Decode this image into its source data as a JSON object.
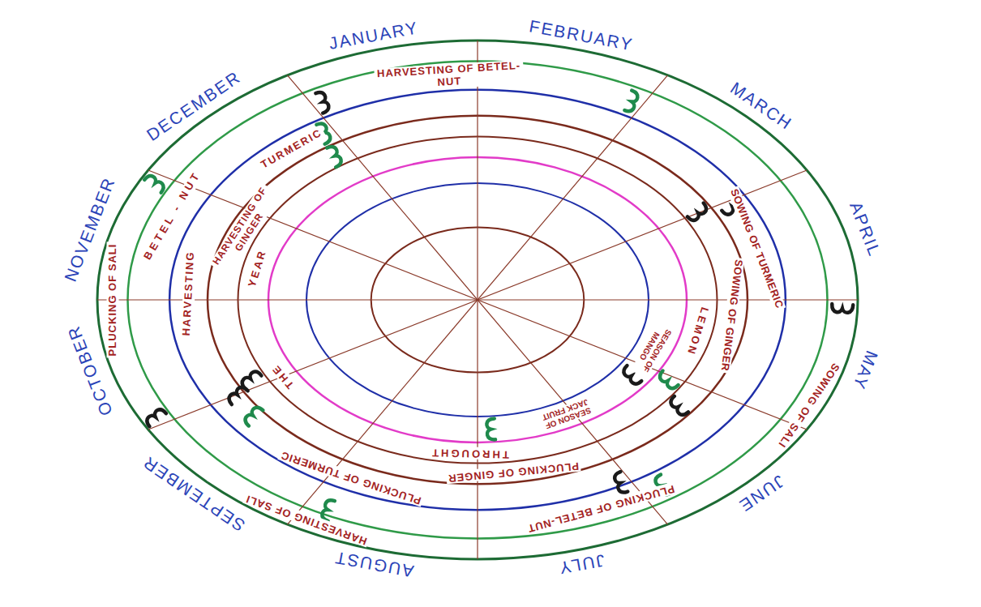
{
  "diagram": {
    "labels": [
      "JANUARY",
      "FEBRUARY",
      "MARCH",
      "APRIL",
      "MAY",
      "JUNE",
      "JULY",
      "AUGUST",
      "SEPTEMBER",
      "OCTOBER",
      "NOVEMBER",
      "DECEMBER",
      "HARVESTING OF BETEL-NUT",
      "SOWING OF TURMERIC",
      "SOWING OF GINGER",
      "LEMON",
      "SEASON OF MANGO",
      "SOWING OF SALI",
      "PLUCKING OF BETEL-NUT",
      "SEASON OF JACK FRUIT",
      "PLUCKING OF GINGER",
      "THROUGHT",
      "PLUCKING OF TURMERIC",
      "HARVESTING OF SALI",
      "THE",
      "HARVESTING",
      "PLUCKING OF SALI",
      "BETEL - NUT",
      "HARVESTING OF GINGER",
      "YEAR",
      "TURMERIC"
    ]
  }
}
